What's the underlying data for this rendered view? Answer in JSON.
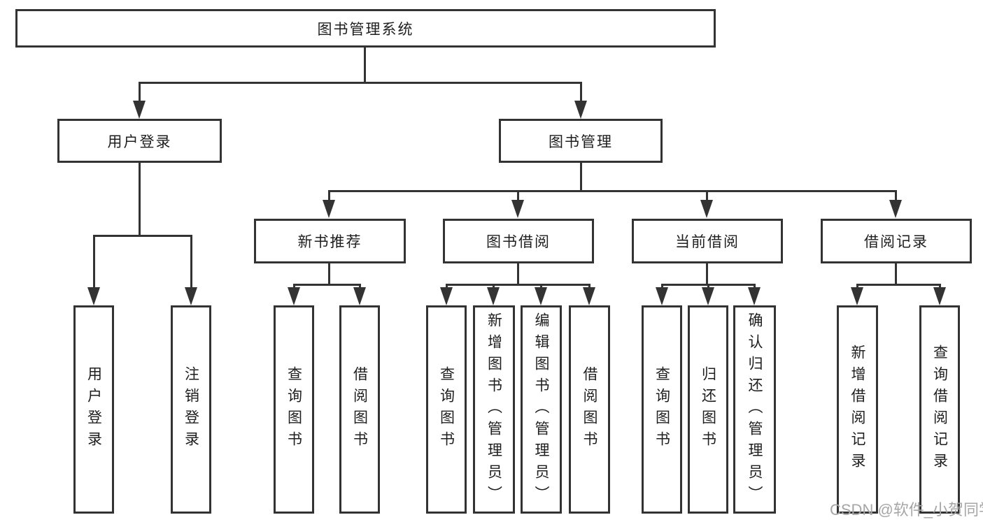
{
  "tree": {
    "root": "图书管理系统",
    "branches": [
      {
        "label": "用户登录",
        "children": [
          "用户登录",
          "注销登录"
        ]
      },
      {
        "label": "图书管理",
        "children": [
          {
            "label": "新书推荐",
            "children": [
              "查询图书",
              "借阅图书"
            ]
          },
          {
            "label": "图书借阅",
            "children": [
              "查询图书",
              "新增图书（管理员）",
              "编辑图书（管理员）",
              "借阅图书"
            ]
          },
          {
            "label": "当前借阅",
            "children": [
              "查询图书",
              "归还图书",
              "确认归还（管理员）"
            ]
          },
          {
            "label": "借阅记录",
            "children": [
              "新增借阅记录",
              "查询借阅记录"
            ]
          }
        ]
      }
    ]
  },
  "colors": {
    "line": "#333333",
    "text": "#1e1e1e",
    "watermark": "#a6a6a6",
    "background": "#ffffff"
  },
  "watermark": "CSDN @软件_小贺同学"
}
